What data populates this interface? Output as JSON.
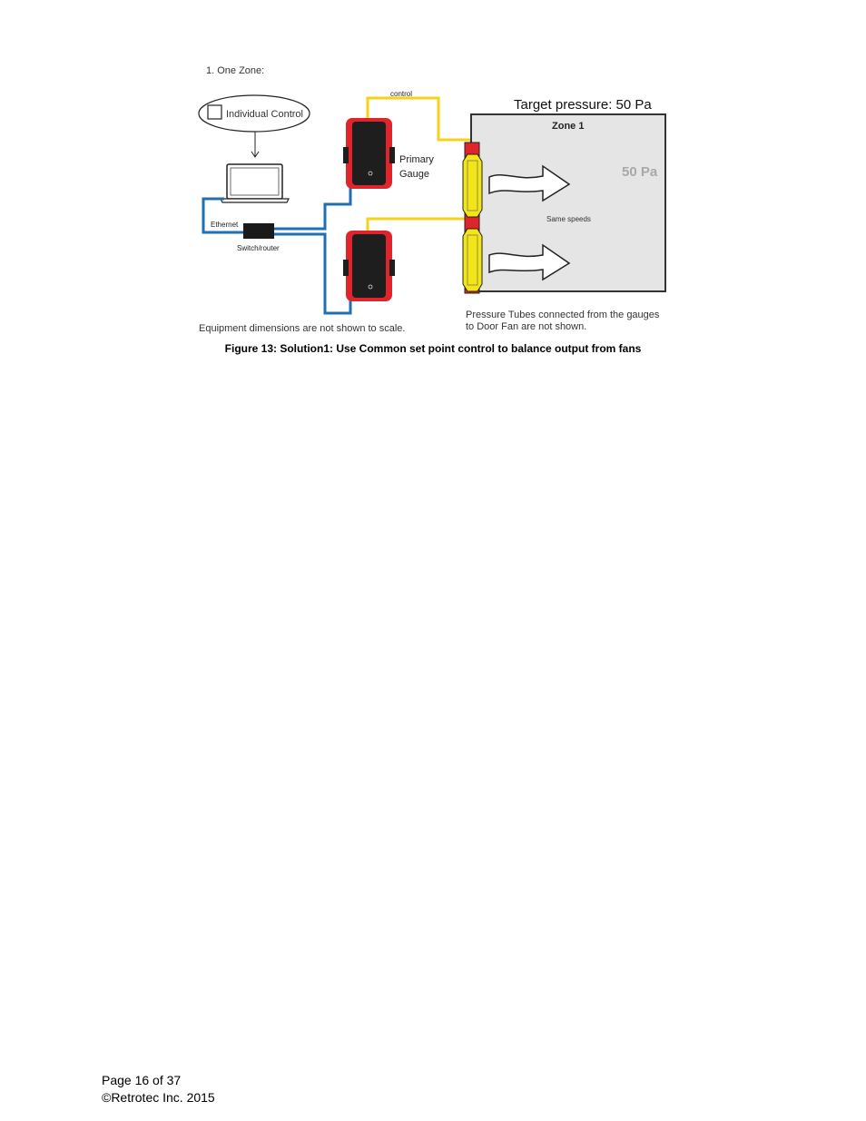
{
  "figure": {
    "heading": "1. One Zone:",
    "checkbox_label": "Individual Control",
    "control_label": "control",
    "primary_gauge_line1": "Primary",
    "primary_gauge_line2": "Gauge",
    "ethernet_label": "Ethernet",
    "switch_label": "Switch/router",
    "target_pressure": "Target pressure: 50 Pa",
    "zone_label": "Zone 1",
    "zone_pressure": "50 Pa",
    "same_speeds": "Same speeds",
    "scale_note": "Equipment dimensions are not shown to scale.",
    "tubes_note_line1": "Pressure Tubes connected from the gauges",
    "tubes_note_line2": "to Door Fan are not shown.",
    "colors": {
      "ethernet_cable": "#1f6fb2",
      "control_cable": "#f5d31a",
      "gauge_body": "#e0242b",
      "gauge_face": "#1e1e1e",
      "fan_yellow": "#f2e51a",
      "zone_fill": "#e5e5e5",
      "pressure_text": "#a8a8a8"
    }
  },
  "caption": "Figure 13:  Solution1:  Use Common set point control to balance output from fans",
  "footer": {
    "page": "Page 16 of 37",
    "copyright": "©Retrotec Inc. 2015"
  }
}
